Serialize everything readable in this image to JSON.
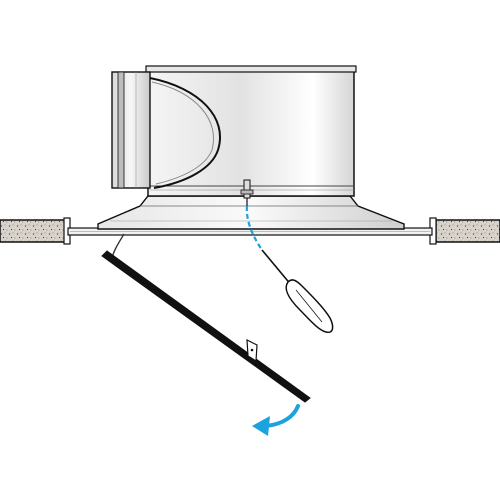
{
  "diagram": {
    "description_visible_text": [],
    "colors": {
      "outline": "#111111",
      "metal_light": "#ececec",
      "metal_mid": "#cfcfcf",
      "metal_dark": "#9a9a9a",
      "insulation_fill": "#cfc9c2",
      "accent_blue": "#1aa3dd",
      "grille_panel": "#111111"
    },
    "components": [
      "ceiling-left",
      "ceiling-right",
      "diffuser-housing",
      "inlet-collar",
      "damper-blade",
      "diffuser-cone",
      "mounting-rim",
      "release-screw",
      "screwdriver",
      "tether-cable",
      "grille-panel",
      "latch-clip",
      "rotation-arrow"
    ]
  }
}
